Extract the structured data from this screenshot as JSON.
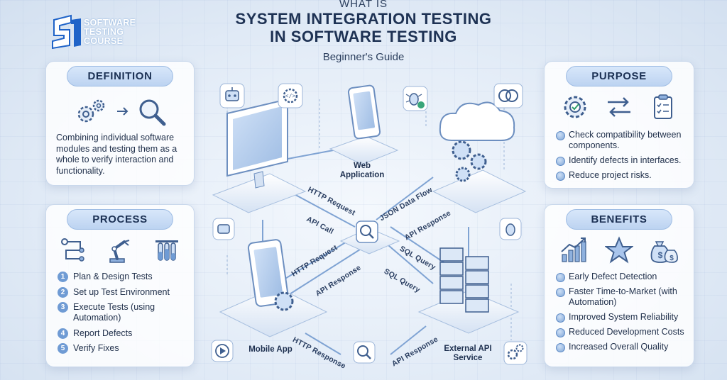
{
  "brand": {
    "line1": "SOFTWARE",
    "line2": "TESTING",
    "line3": "COURSE",
    "accent_color": "#1f63c8"
  },
  "title": {
    "pre": "WHAT IS",
    "line1": "SYSTEM INTEGRATION TESTING",
    "line2": "IN SOFTWARE TESTING",
    "subtitle": "Beginner's Guide"
  },
  "definition": {
    "heading": "DEFINITION",
    "text": "Combining individual software modules and testing them as a whole to verify interaction and functionality.",
    "icons": [
      "gears-icon",
      "arrow-right-icon",
      "magnifier-icon"
    ]
  },
  "process": {
    "heading": "PROCESS",
    "icons": [
      "flow-chart-icon",
      "robot-arm-icon",
      "test-tubes-icon"
    ],
    "steps": [
      {
        "n": "1",
        "label": "Plan & Design Tests"
      },
      {
        "n": "2",
        "label": "Set up Test Environment"
      },
      {
        "n": "3",
        "label": "Execute Tests (using Automation)"
      },
      {
        "n": "4",
        "label": "Report Defects"
      },
      {
        "n": "5",
        "label": "Verify Fixes"
      }
    ]
  },
  "purpose": {
    "heading": "PURPOSE",
    "icons": [
      "gear-check-icon",
      "swap-arrows-icon",
      "clipboard-check-icon"
    ],
    "items": [
      "Check compatibility between components.",
      "Identify defects in interfaces.",
      "Reduce project risks."
    ]
  },
  "benefits": {
    "heading": "BENEFITS",
    "icons": [
      "growth-chart-icon",
      "star-icon",
      "money-bags-icon"
    ],
    "items": [
      "Early Defect Detection",
      "Faster Time-to-Market (with Automation)",
      "Improved System Reliability",
      "Reduced Development Costs",
      "Increased Overall Quality"
    ]
  },
  "diagram": {
    "nodes": {
      "web": "Web Application",
      "mobile": "Mobile App",
      "api": "External API Service"
    },
    "flows": {
      "http_request_top": "HTTP Request",
      "api_call": "API Call",
      "json_flow": "JSON Data Flow",
      "api_response_top": "API Response",
      "http_request_mid": "HTTP Request",
      "api_response_mid": "API Response",
      "sql_query_1": "SQL Query",
      "sql_query_2": "SQL Query",
      "http_response": "HTTP Response",
      "api_response_bottom": "API Response"
    }
  }
}
